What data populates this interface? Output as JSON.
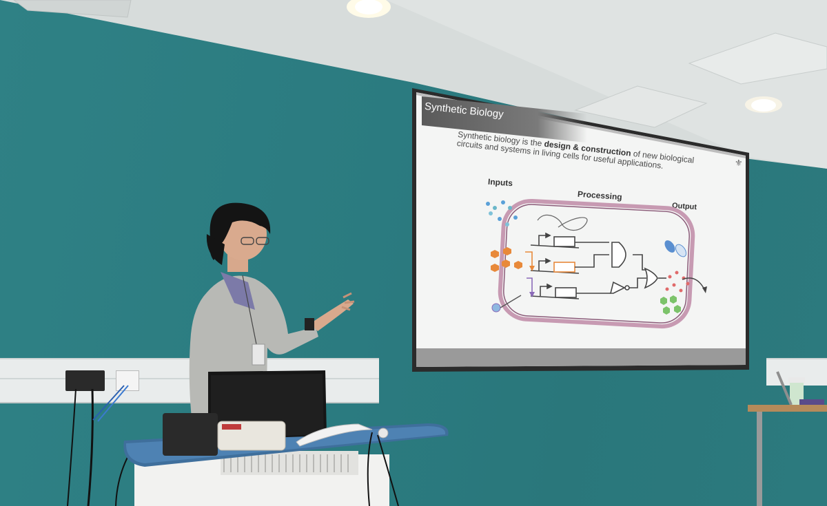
{
  "slide": {
    "title": "Synthetic Biology",
    "intro_prefix": "Synthetic biology is the ",
    "intro_bold": "design & construction",
    "intro_suffix": " of new biological circuits and systems in living cells for useful applications.",
    "labels": {
      "inputs": "Inputs",
      "processing": "Processing",
      "output": "Output"
    }
  },
  "colors": {
    "wall": "#2e7d80",
    "cell_membrane": "#b06a8a",
    "gate_stroke": "#444444",
    "orange": "#e8893a",
    "purple": "#8a6ab8",
    "blue": "#5aa0d8",
    "green": "#7cc36a",
    "red": "#e06a6a"
  }
}
